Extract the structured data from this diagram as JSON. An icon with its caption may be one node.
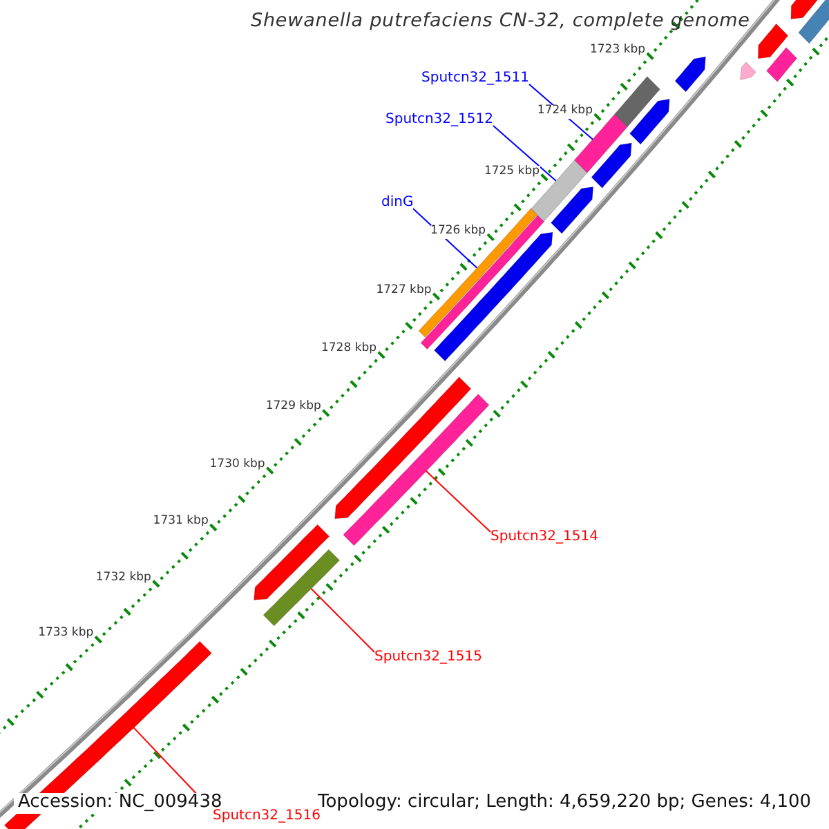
{
  "diagram": {
    "title": "Shewanella putrefaciens CN-32, complete genome",
    "nodes": [
      {
        "text": [
          "Sputcn32_1511"
        ]
      },
      {
        "text": [],
        "shape": "bar"
      },
      {
        "text": [
          "Sputcn32_1512"
        ]
      },
      {
        "text": [],
        "shape": "bar"
      },
      {
        "text": [
          "dinG"
        ]
      },
      {
        "text": [],
        "shape": "bar"
      },
      {
        "text": [
          "Sputcn32_1514"
        ]
      },
      {
        "text": [],
        "shape": "bar"
      },
      {
        "text": [
          "Sputcn32_1515"
        ]
      },
      {
        "text": [],
        "shape": "bar"
      },
      {
        "text": [
          "Sputcn32_1516"
        ]
      },
      {
        "text": [],
        "shape": "bar"
      }
    ],
    "edges": [
      {
        "from": 0,
        "to": 1,
        "arrow": "none",
        "color": "#0000ff"
      },
      {
        "from": 2,
        "to": 3,
        "arrow": "none",
        "color": "#0000ff"
      },
      {
        "from": 4,
        "to": 5,
        "arrow": "none",
        "color": "#0000ff"
      },
      {
        "from": 6,
        "to": 7,
        "arrow": "none",
        "color": "#ff0000"
      },
      {
        "from": 8,
        "to": 9,
        "arrow": "none",
        "color": "#ff0000"
      },
      {
        "from": 10,
        "to": 11,
        "arrow": "none",
        "color": "#ff0000"
      }
    ],
    "labels": [
      "1723 kbp",
      "1724 kbp",
      "1725 kbp",
      "1726 kbp",
      "1727 kbp",
      "1728 kbp",
      "1729 kbp",
      "1730 kbp",
      "1731 kbp",
      "1732 kbp",
      "1733 kbp",
      "Accession: NC_009438",
      "Topology: circular; Length: 4,659,220 bp; Genes: 4,100"
    ]
  }
}
